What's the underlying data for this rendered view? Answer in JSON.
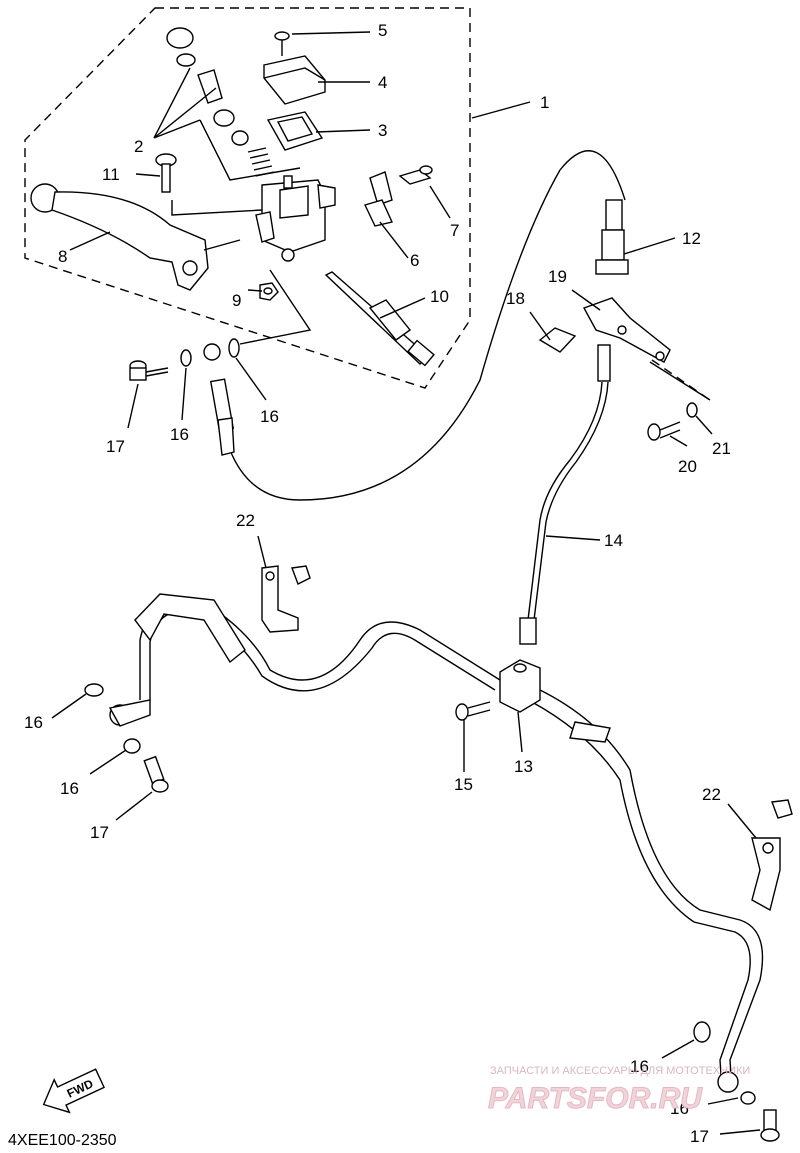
{
  "diagram": {
    "code": "4XEE100-2350",
    "fwd_label": "FWD",
    "callouts": {
      "c1": "1",
      "c2": "2",
      "c3": "3",
      "c4": "4",
      "c5": "5",
      "c6": "6",
      "c7": "7",
      "c8": "8",
      "c9": "9",
      "c10": "10",
      "c11": "11",
      "c12": "12",
      "c13": "13",
      "c14": "14",
      "c15": "15",
      "c16a": "16",
      "c16b": "16",
      "c16c": "16",
      "c16d": "16",
      "c16e": "16",
      "c16f": "16",
      "c17a": "17",
      "c17b": "17",
      "c17c": "17",
      "c18": "18",
      "c19": "19",
      "c20": "20",
      "c21": "21",
      "c22a": "22",
      "c22b": "22"
    }
  },
  "watermark": {
    "caption": "ЗАПЧАСТИ И АКСЕССУАРЫ ДЛЯ МОТОТЕХНИКИ",
    "brand": "PARTSFOR.RU"
  }
}
